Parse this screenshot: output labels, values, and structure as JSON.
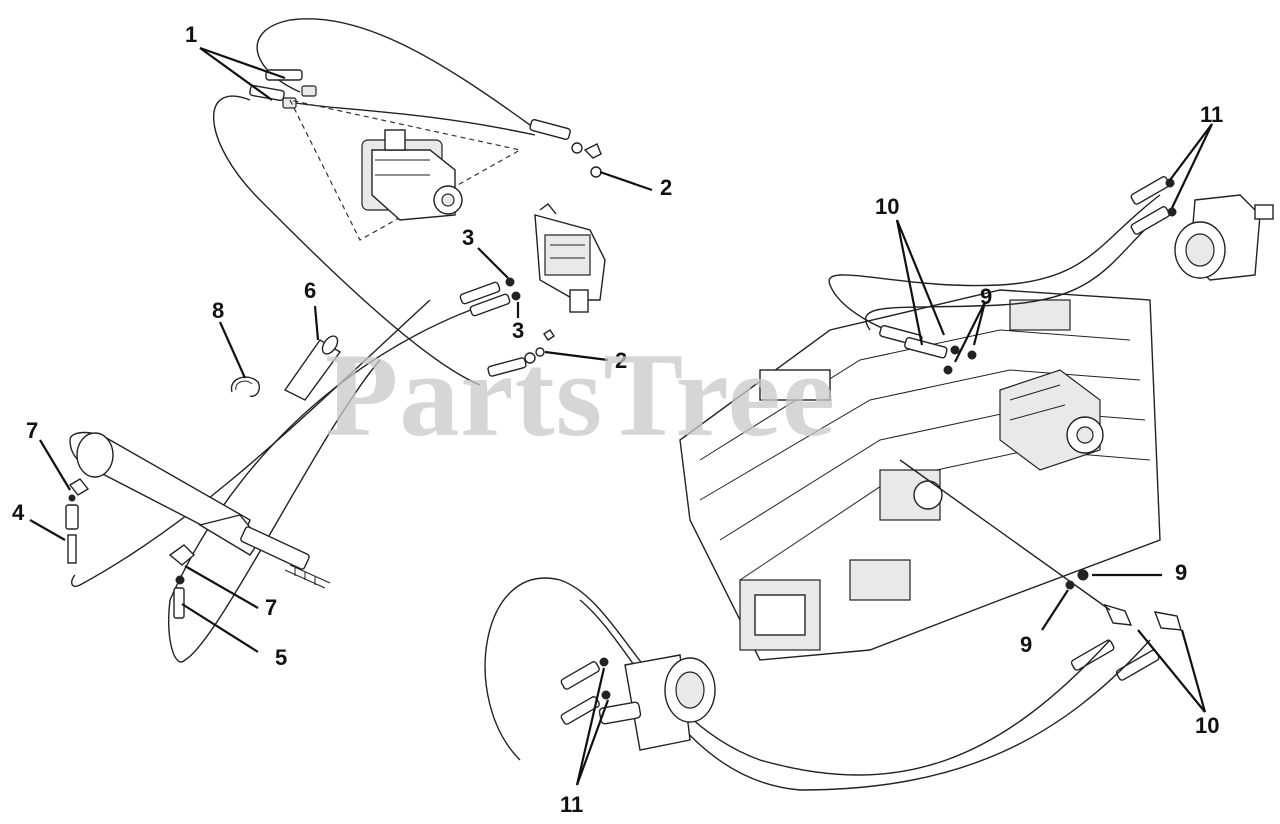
{
  "watermark": "PartsTree",
  "callouts": {
    "c1": "1",
    "c2a": "2",
    "c2b": "2",
    "c3a": "3",
    "c3b": "3",
    "c4": "4",
    "c5": "5",
    "c6": "6",
    "c7a": "7",
    "c7b": "7",
    "c8": "8",
    "c9a": "9",
    "c9b": "9",
    "c9c": "9",
    "c10a": "10",
    "c10b": "10",
    "c11a": "11",
    "c11b": "11"
  }
}
